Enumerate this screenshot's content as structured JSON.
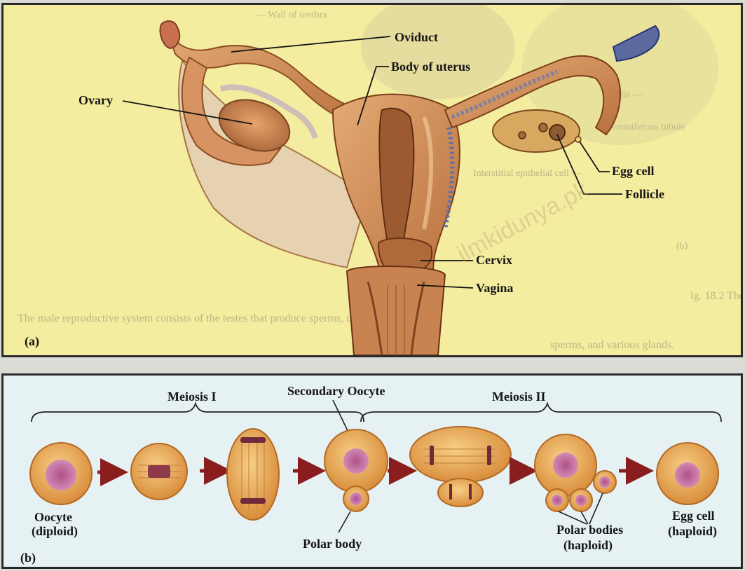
{
  "panel_a": {
    "tag": "(a)",
    "labels": {
      "oviduct": "Oviduct",
      "body_of_uterus": "Body of uterus",
      "ovary": "Ovary",
      "egg_cell": "Egg cell",
      "follicle": "Follicle",
      "cervix": "Cervix",
      "vagina": "Vagina"
    },
    "watermark": "ilmkidunya.pk"
  },
  "panel_b": {
    "tag": "(b)",
    "stages": {
      "meiosis_1": "Meiosis I",
      "meiosis_2": "Meiosis II"
    },
    "labels": {
      "secondary_oocyte": "Secondary Oocyte",
      "oocyte_line1": "Oocyte",
      "oocyte_line2": "(diploid)",
      "polar_body": "Polar body",
      "polar_bodies_line1": "Polar bodies",
      "polar_bodies_line2": "(haploid)",
      "egg_cell_line1": "Egg cell",
      "egg_cell_line2": "(haploid)"
    }
  },
  "colors": {
    "panel_a_bg": "#f4ec9e",
    "panel_b_bg": "#e6f1f4",
    "tissue": "#d89a62",
    "cell": "#f0b468",
    "nucleus": "#c46a9a",
    "arrow": "#8a1e1e"
  }
}
